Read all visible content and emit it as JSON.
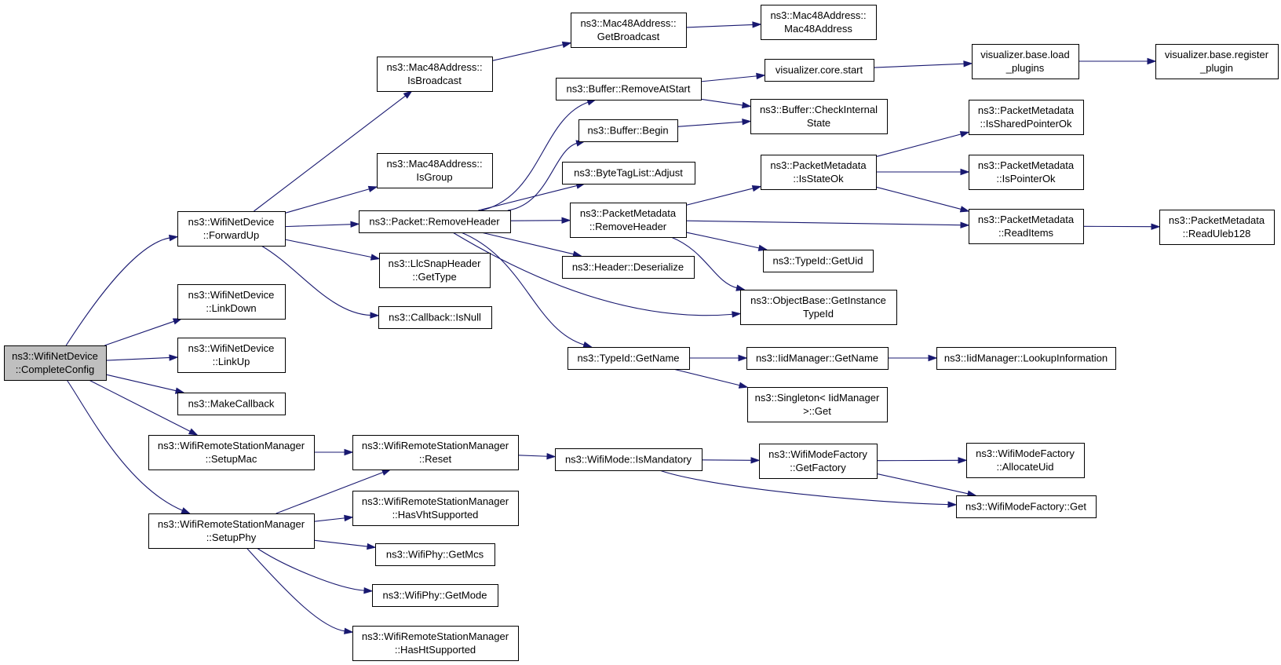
{
  "nodes": [
    {
      "id": "n_complete",
      "lines": [
        "ns3::WifiNetDevice",
        "::CompleteConfig"
      ],
      "root": true
    },
    {
      "id": "n_forwardup",
      "lines": [
        "ns3::WifiNetDevice",
        "::ForwardUp"
      ]
    },
    {
      "id": "n_linkdown",
      "lines": [
        "ns3::WifiNetDevice",
        "::LinkDown"
      ]
    },
    {
      "id": "n_linkup",
      "lines": [
        "ns3::WifiNetDevice",
        "::LinkUp"
      ]
    },
    {
      "id": "n_makecb",
      "lines": [
        "ns3::MakeCallback"
      ]
    },
    {
      "id": "n_setupmac",
      "lines": [
        "ns3::WifiRemoteStationManager",
        "::SetupMac"
      ]
    },
    {
      "id": "n_setupphy",
      "lines": [
        "ns3::WifiRemoteStationManager",
        "::SetupPhy"
      ]
    },
    {
      "id": "n_isbroadcast",
      "lines": [
        "ns3::Mac48Address::",
        "IsBroadcast"
      ]
    },
    {
      "id": "n_isgroup",
      "lines": [
        "ns3::Mac48Address::",
        "IsGroup"
      ]
    },
    {
      "id": "n_removeheader",
      "lines": [
        "ns3::Packet::RemoveHeader"
      ]
    },
    {
      "id": "n_llcgettype",
      "lines": [
        "ns3::LlcSnapHeader",
        "::GetType"
      ]
    },
    {
      "id": "n_cbisnull",
      "lines": [
        "ns3::Callback::IsNull"
      ]
    },
    {
      "id": "n_reset",
      "lines": [
        "ns3::WifiRemoteStationManager",
        "::Reset"
      ]
    },
    {
      "id": "n_hasvht",
      "lines": [
        "ns3::WifiRemoteStationManager",
        "::HasVhtSupported"
      ]
    },
    {
      "id": "n_getmcs",
      "lines": [
        "ns3::WifiPhy::GetMcs"
      ]
    },
    {
      "id": "n_getmode",
      "lines": [
        "ns3::WifiPhy::GetMode"
      ]
    },
    {
      "id": "n_hasht",
      "lines": [
        "ns3::WifiRemoteStationManager",
        "::HasHtSupported"
      ]
    },
    {
      "id": "n_getbroadcast",
      "lines": [
        "ns3::Mac48Address::",
        "GetBroadcast"
      ]
    },
    {
      "id": "n_mac48ctor",
      "lines": [
        "ns3::Mac48Address::",
        "Mac48Address"
      ]
    },
    {
      "id": "n_removeatstart",
      "lines": [
        "ns3::Buffer::RemoveAtStart"
      ]
    },
    {
      "id": "n_bufbegin",
      "lines": [
        "ns3::Buffer::Begin"
      ]
    },
    {
      "id": "n_bytetagadjust",
      "lines": [
        "ns3::ByteTagList::Adjust"
      ]
    },
    {
      "id": "n_pmremoveheader",
      "lines": [
        "ns3::PacketMetadata",
        "::RemoveHeader"
      ]
    },
    {
      "id": "n_hdrdeserialize",
      "lines": [
        "ns3::Header::Deserialize"
      ]
    },
    {
      "id": "n_typeidgetname",
      "lines": [
        "ns3::TypeId::GetName"
      ]
    },
    {
      "id": "n_viscorestart",
      "lines": [
        "visualizer.core.start"
      ]
    },
    {
      "id": "n_bufcheck",
      "lines": [
        "ns3::Buffer::CheckInternal",
        "State"
      ]
    },
    {
      "id": "n_pmisstateok",
      "lines": [
        "ns3::PacketMetadata",
        "::IsStateOk"
      ]
    },
    {
      "id": "n_typeidgetuid",
      "lines": [
        "ns3::TypeId::GetUid"
      ]
    },
    {
      "id": "n_getinstancetypeid",
      "lines": [
        "ns3::ObjectBase::GetInstance",
        "TypeId"
      ]
    },
    {
      "id": "n_iidgetname",
      "lines": [
        "ns3::IidManager::GetName"
      ]
    },
    {
      "id": "n_singleton",
      "lines": [
        "ns3::Singleton< IidManager",
        ">::Get"
      ]
    },
    {
      "id": "n_ismandatory",
      "lines": [
        "ns3::WifiMode::IsMandatory"
      ]
    },
    {
      "id": "n_getfactory",
      "lines": [
        "ns3::WifiModeFactory",
        "::GetFactory"
      ]
    },
    {
      "id": "n_visbaseload",
      "lines": [
        "visualizer.base.load",
        "_plugins"
      ]
    },
    {
      "id": "n_issharedptr",
      "lines": [
        "ns3::PacketMetadata",
        "::IsSharedPointerOk"
      ]
    },
    {
      "id": "n_isptrok",
      "lines": [
        "ns3::PacketMetadata",
        "::IsPointerOk"
      ]
    },
    {
      "id": "n_readitems",
      "lines": [
        "ns3::PacketMetadata",
        "::ReadItems"
      ]
    },
    {
      "id": "n_lookupinfo",
      "lines": [
        "ns3::IidManager::LookupInformation"
      ]
    },
    {
      "id": "n_allocuid",
      "lines": [
        "ns3::WifiModeFactory",
        "::AllocateUid"
      ]
    },
    {
      "id": "n_wmfget",
      "lines": [
        "ns3::WifiModeFactory::Get"
      ]
    },
    {
      "id": "n_visbasereg",
      "lines": [
        "visualizer.base.register",
        "_plugin"
      ]
    },
    {
      "id": "n_readuleb",
      "lines": [
        "ns3::PacketMetadata",
        "::ReadUleb128"
      ]
    }
  ],
  "edges": [
    {
      "from": "n_complete",
      "to": "n_forwardup"
    },
    {
      "from": "n_complete",
      "to": "n_linkdown"
    },
    {
      "from": "n_complete",
      "to": "n_linkup"
    },
    {
      "from": "n_complete",
      "to": "n_makecb"
    },
    {
      "from": "n_complete",
      "to": "n_setupmac"
    },
    {
      "from": "n_complete",
      "to": "n_setupphy"
    },
    {
      "from": "n_forwardup",
      "to": "n_isbroadcast"
    },
    {
      "from": "n_forwardup",
      "to": "n_isgroup"
    },
    {
      "from": "n_forwardup",
      "to": "n_removeheader"
    },
    {
      "from": "n_forwardup",
      "to": "n_llcgettype"
    },
    {
      "from": "n_forwardup",
      "to": "n_cbisnull"
    },
    {
      "from": "n_setupmac",
      "to": "n_reset"
    },
    {
      "from": "n_setupphy",
      "to": "n_reset"
    },
    {
      "from": "n_setupphy",
      "to": "n_hasvht"
    },
    {
      "from": "n_setupphy",
      "to": "n_getmcs"
    },
    {
      "from": "n_setupphy",
      "to": "n_getmode"
    },
    {
      "from": "n_setupphy",
      "to": "n_hasht"
    },
    {
      "from": "n_isbroadcast",
      "to": "n_getbroadcast"
    },
    {
      "from": "n_getbroadcast",
      "to": "n_mac48ctor"
    },
    {
      "from": "n_removeheader",
      "to": "n_removeatstart"
    },
    {
      "from": "n_removeheader",
      "to": "n_bufbegin"
    },
    {
      "from": "n_removeheader",
      "to": "n_bytetagadjust"
    },
    {
      "from": "n_removeheader",
      "to": "n_pmremoveheader"
    },
    {
      "from": "n_removeheader",
      "to": "n_hdrdeserialize"
    },
    {
      "from": "n_removeheader",
      "to": "n_getinstancetypeid"
    },
    {
      "from": "n_removeheader",
      "to": "n_typeidgetname"
    },
    {
      "from": "n_removeatstart",
      "to": "n_viscorestart"
    },
    {
      "from": "n_removeatstart",
      "to": "n_bufcheck"
    },
    {
      "from": "n_bufbegin",
      "to": "n_bufcheck"
    },
    {
      "from": "n_viscorestart",
      "to": "n_visbaseload"
    },
    {
      "from": "n_visbaseload",
      "to": "n_visbasereg"
    },
    {
      "from": "n_pmremoveheader",
      "to": "n_pmisstateok"
    },
    {
      "from": "n_pmremoveheader",
      "to": "n_readitems"
    },
    {
      "from": "n_pmremoveheader",
      "to": "n_typeidgetuid"
    },
    {
      "from": "n_pmremoveheader",
      "to": "n_getinstancetypeid"
    },
    {
      "from": "n_pmisstateok",
      "to": "n_issharedptr"
    },
    {
      "from": "n_pmisstateok",
      "to": "n_isptrok"
    },
    {
      "from": "n_pmisstateok",
      "to": "n_readitems"
    },
    {
      "from": "n_readitems",
      "to": "n_readuleb"
    },
    {
      "from": "n_typeidgetname",
      "to": "n_iidgetname"
    },
    {
      "from": "n_typeidgetname",
      "to": "n_singleton"
    },
    {
      "from": "n_iidgetname",
      "to": "n_lookupinfo"
    },
    {
      "from": "n_reset",
      "to": "n_ismandatory"
    },
    {
      "from": "n_ismandatory",
      "to": "n_getfactory"
    },
    {
      "from": "n_ismandatory",
      "to": "n_wmfget"
    },
    {
      "from": "n_getfactory",
      "to": "n_allocuid"
    },
    {
      "from": "n_getfactory",
      "to": "n_wmfget"
    }
  ]
}
